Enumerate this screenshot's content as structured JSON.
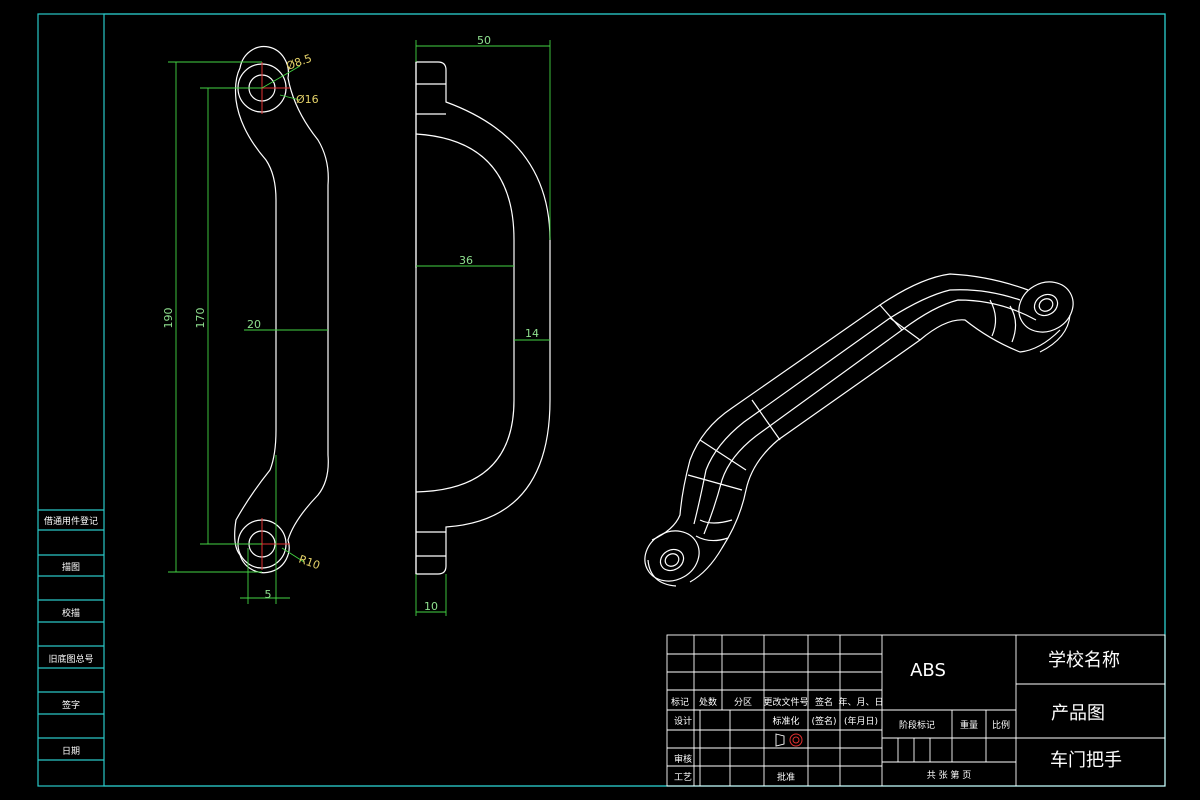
{
  "dimensions": {
    "front_view": {
      "overall_length": "190",
      "hole_spacing": "170",
      "width": "20",
      "offset": "5",
      "hole_dia": "Ø8.5",
      "boss_dia": "Ø16",
      "radius": "R10"
    },
    "side_view": {
      "depth": "50",
      "inner_depth": "36",
      "thickness": "14",
      "base_height": "10"
    }
  },
  "side_panel": {
    "rows": [
      "借通用件登记",
      "描图",
      "校描",
      "旧底图总号",
      "签字",
      "日期"
    ]
  },
  "title_block": {
    "material": "ABS",
    "school": "学校名称",
    "drawing_type": "产品图",
    "part_name": "车门把手",
    "headers": [
      "标记",
      "处数",
      "分区",
      "更改文件号",
      "签名",
      "年、月、日"
    ],
    "row_design": "设计",
    "row_standard": "标准化",
    "sign_placeholder": "(签名)",
    "date_placeholder": "(年月日)",
    "row_review": "审核",
    "row_process": "工艺",
    "row_approve": "批准",
    "stage_headers": [
      "阶段标记",
      "重量",
      "比例"
    ],
    "sheet_footer": "共 张 第 页"
  },
  "colors": {
    "frame": "#29c7c7",
    "outline": "#ffffff",
    "dimension": "#43d443",
    "centerline": "#e03030",
    "label_yellow": "#e6d36a"
  }
}
